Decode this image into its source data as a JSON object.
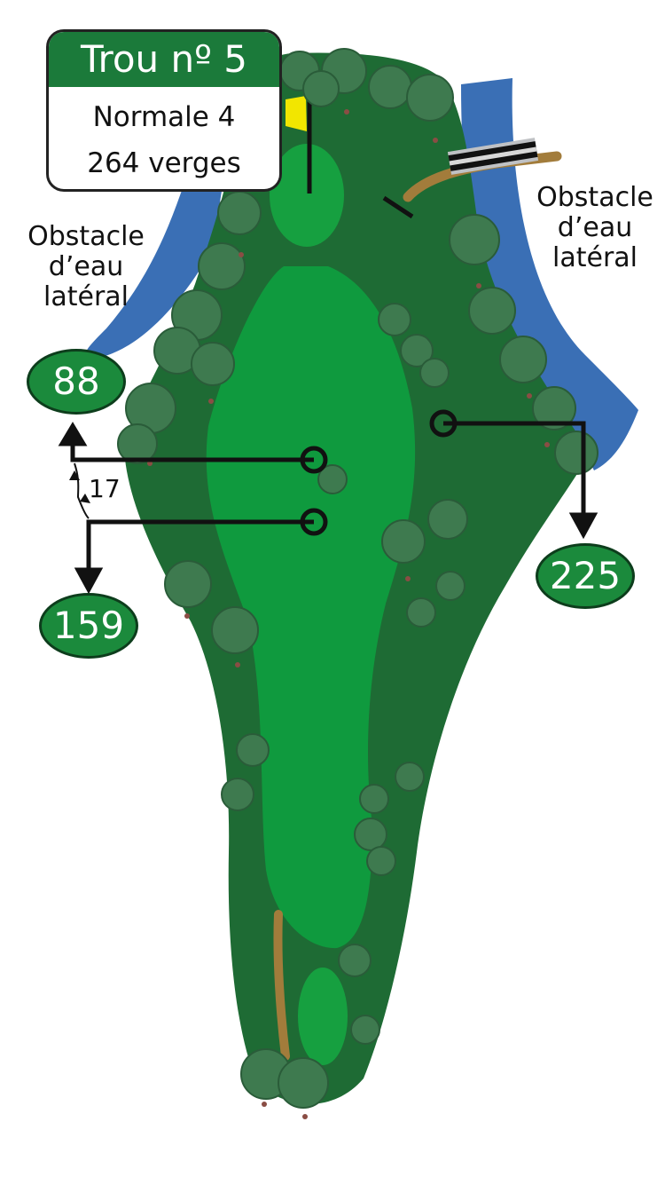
{
  "hole_card": {
    "title": "Trou nº 5",
    "par_text": "Normale 4",
    "length_text": "264 verges"
  },
  "hazards": {
    "left": [
      "Obstacle",
      "d’eau",
      "latéral"
    ],
    "right": [
      "Obstacle",
      "d’eau",
      "latéral"
    ]
  },
  "distances": {
    "marker_88": "88",
    "marker_159": "159",
    "marker_225": "225",
    "gap_17": "17"
  },
  "colors": {
    "water": "#3a6fb5",
    "rough": "#1e6b34",
    "fairway": "#0f9a3e",
    "green": "#16a040",
    "tree": "#3e7a4f",
    "path": "#a27c3b",
    "flag": "#f2e600",
    "badge": "#1b8a3c",
    "line": "#111111"
  }
}
